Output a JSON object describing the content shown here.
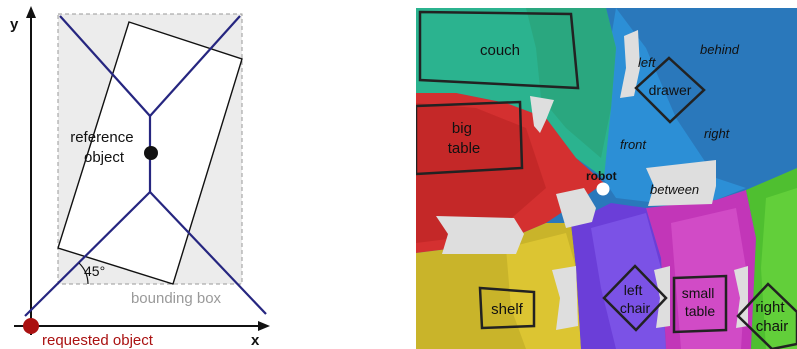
{
  "left_diagram": {
    "axis_x_label": "x",
    "axis_y_label": "y",
    "reference_label": [
      "reference",
      "object"
    ],
    "angle_label": "45°",
    "bounding_box_label": "bounding box",
    "requested_label": "requested object",
    "colors": {
      "axes": "#111111",
      "boundary_lines": "#262680",
      "bbox_fill": "#ececec",
      "bbox_stroke": "#9a9a9a",
      "requested_point": "#aa1111",
      "requested_label": "#aa1111"
    }
  },
  "right_map": {
    "regions": {
      "left": "left",
      "behind": "behind",
      "front": "front",
      "right": "right",
      "between": "between"
    },
    "robot_label": "robot",
    "objects": {
      "couch": "couch",
      "drawer": "drawer",
      "big_table": [
        "big",
        "table"
      ],
      "shelf": "shelf",
      "left_chair": [
        "left",
        "chair"
      ],
      "small_table": [
        "small",
        "table"
      ],
      "right_chair": [
        "right",
        "chair"
      ]
    }
  }
}
